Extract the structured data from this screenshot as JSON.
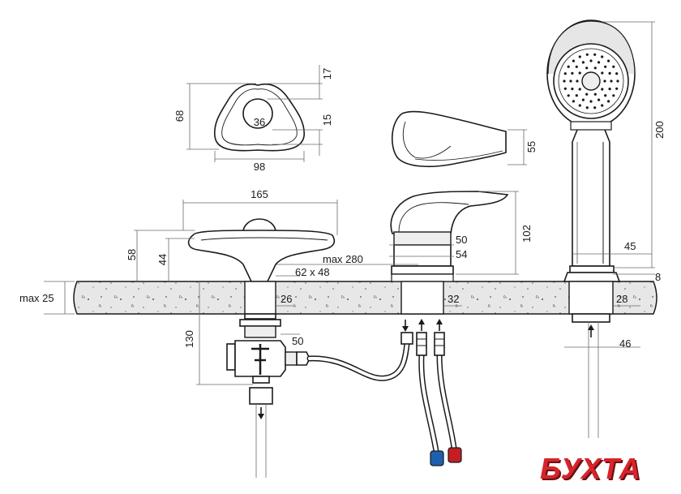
{
  "dimensions": {
    "d17": "17",
    "d68": "68",
    "d36": "36",
    "d15": "15",
    "d98": "98",
    "d55": "55",
    "d200": "200",
    "d165": "165",
    "d58": "58",
    "d44": "44",
    "dmax280": "max 280",
    "d62x48": "62 x 48",
    "d50a": "50",
    "d54": "54",
    "d102": "102",
    "d45": "45",
    "d8": "8",
    "dmax25": "max 25",
    "d26": "26",
    "d32": "32",
    "d28": "28",
    "d130": "130",
    "d50b": "50",
    "d46": "46"
  },
  "logo": {
    "text": "БУХТА",
    "color": "#d8232a",
    "shadow": "#6b1014"
  },
  "colors": {
    "countertop": "#e7e7e7",
    "cold_nut": "#1f5fb0",
    "hot_nut": "#c41d22"
  }
}
